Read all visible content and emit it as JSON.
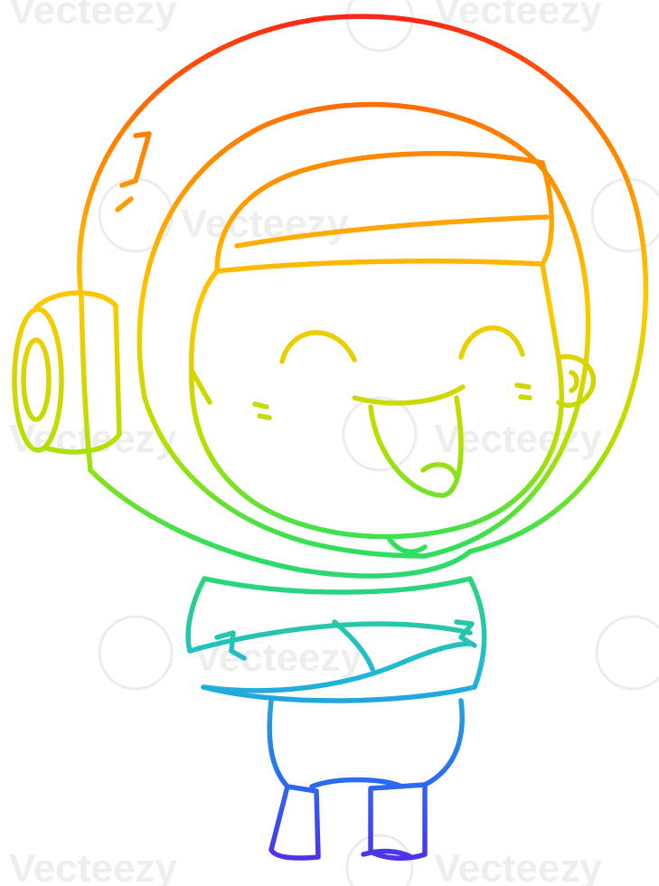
{
  "image": {
    "subject": "happy cartoon astronaut",
    "style": "rainbow gradient line art",
    "gradient_colors": [
      "#ff1a1a",
      "#ff7a00",
      "#ffc800",
      "#b4e000",
      "#2ee05a",
      "#20b8d8",
      "#2a6cf0",
      "#5a1ee8"
    ]
  },
  "watermark": {
    "text": "Vecteezy",
    "logo_icon": "vecteezy-v-logo-icon"
  }
}
